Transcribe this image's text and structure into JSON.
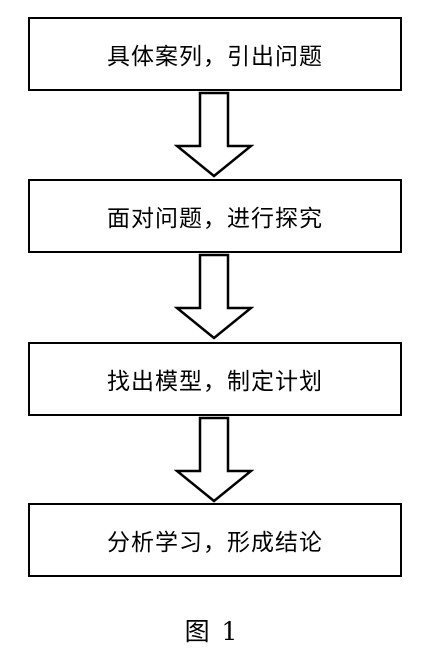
{
  "flowchart": {
    "steps": [
      "具体案列，引出问题",
      "面对问题，进行探究",
      "找出模型，制定计划",
      "分析学习，形成结论"
    ]
  },
  "caption": "图 1"
}
